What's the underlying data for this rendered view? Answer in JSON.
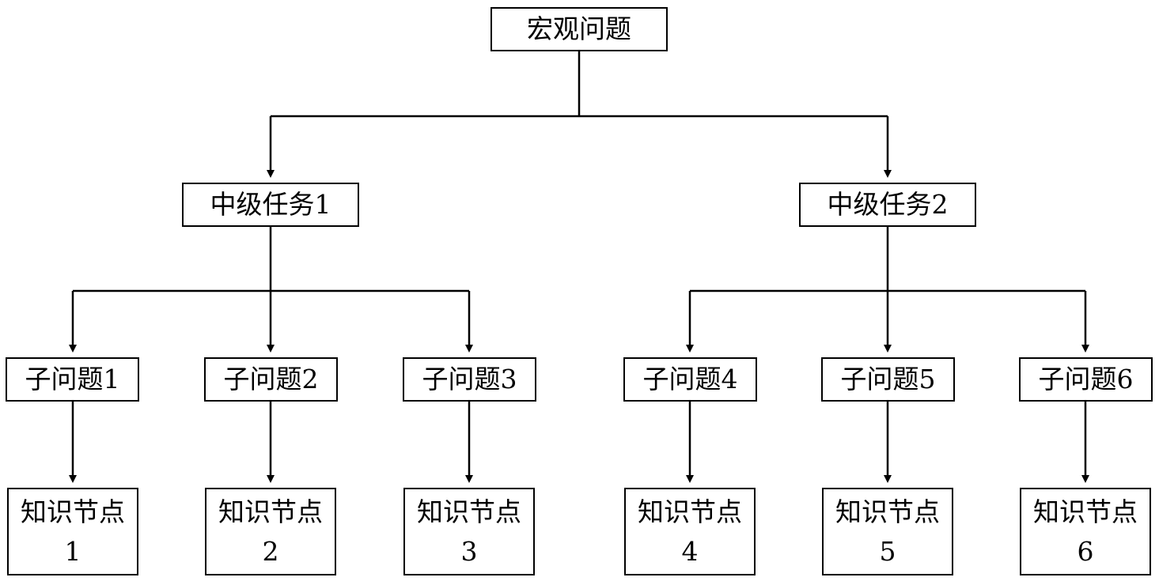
{
  "diagram": {
    "root": {
      "label": "宏观问题"
    },
    "mid_tasks": [
      {
        "label": "中级任务1"
      },
      {
        "label": "中级任务2"
      }
    ],
    "sub_problems": [
      {
        "label": "子问题1"
      },
      {
        "label": "子问题2"
      },
      {
        "label": "子问题3"
      },
      {
        "label": "子问题4"
      },
      {
        "label": "子问题5"
      },
      {
        "label": "子问题6"
      }
    ],
    "knowledge_nodes": [
      {
        "label": "知识节点",
        "number": "1"
      },
      {
        "label": "知识节点",
        "number": "2"
      },
      {
        "label": "知识节点",
        "number": "3"
      },
      {
        "label": "知识节点",
        "number": "4"
      },
      {
        "label": "知识节点",
        "number": "5"
      },
      {
        "label": "知识节点",
        "number": "6"
      }
    ],
    "colors": {
      "stroke": "#000000",
      "background": "#ffffff"
    }
  }
}
